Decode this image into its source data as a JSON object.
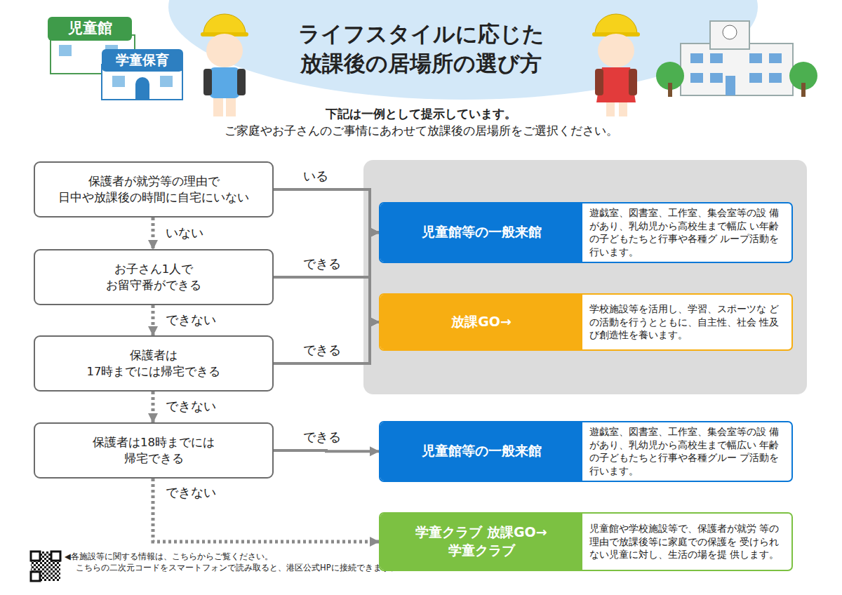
{
  "diagram": {
    "title": "ライフスタイルに応じた 放課後の居場所の選び方",
    "nodes": [
      {
        "text": [
          "保護者が就労等の理由で 日中や放課後の時間に自宅にいない"
        ]
      },
      {
        "text": [
          "お子さん1人で お留守番ができる"
        ]
      },
      {
        "text": [
          "保護者は 17時までには帰宅できる"
        ]
      },
      {
        "text": [
          "保護者は18時までには 帰宅できる"
        ]
      },
      {
        "text": [
          "児童館等の一般来館",
          "遊戯室、図書室、工作室、集会室等の設 備があり、乳幼児から高校生まで幅広 い年齢の子どもたちと行事や各種グ ループ活動を行います。"
        ]
      },
      {
        "text": [
          "放課GO→",
          "学校施設等を活用し、学習、スポーツな どの活動を行うとともに、自主性、社会 性及び創造性を養います。"
        ]
      },
      {
        "text": [
          "児童館等の一般来館",
          "遊戯室、図書室、工作室、集会室等の設 備があり、乳幼児から高校生まで幅広い 年齢の子どもたちと行事や各種グルー プ活動を行います。"
        ]
      },
      {
        "text": [
          "学童クラブ 放課GO→学童クラブ",
          "児童館や学校施設等で、保護者が就労 等の理由で放課後等に家庭での保護を 受けられない児童に対し、生活の場を提 供します。"
        ]
      }
    ],
    "edges": [
      {
        "from": 0,
        "to": 4,
        "arrow": "to",
        "label": "いる"
      },
      {
        "from": 0,
        "to": 5,
        "arrow": "to"
      },
      {
        "from": 1,
        "to": 4,
        "arrow": "to",
        "label": "できる"
      },
      {
        "from": 1,
        "to": 5,
        "arrow": "to"
      },
      {
        "from": 2,
        "to": 4,
        "arrow": "to",
        "label": "できる"
      },
      {
        "from": 2,
        "to": 5,
        "arrow": "to"
      },
      {
        "from": 0,
        "to": 1,
        "arrow": "to",
        "label": "いない"
      },
      {
        "from": 1,
        "to": 2,
        "arrow": "to",
        "label": "できない"
      },
      {
        "from": 2,
        "to": 3,
        "arrow": "to",
        "label": "できない"
      },
      {
        "from": 3,
        "to": 6,
        "arrow": "to",
        "label": "できる"
      },
      {
        "from": 3,
        "to": 7,
        "arrow": "to",
        "label": "できない"
      }
    ],
    "labels": [
      "下記は一例として提示しています。",
      "ご家庭やお子さんのご事情にあわせて放課後の居場所をご選択ください。",
      "児童館",
      "学童保育",
      "◀各施設等に関する情報は、こちらからご覧ください。",
      "こちらの二次元コードをスマートフォンで読み取ると、港区公式HPに接続できます。"
    ]
  }
}
